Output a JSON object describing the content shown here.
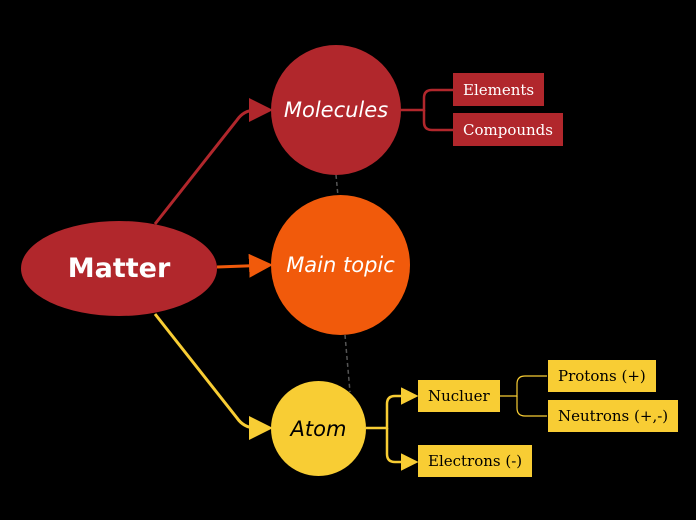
{
  "diagram": {
    "root": {
      "label": "Matter"
    },
    "topics": [
      {
        "label": "Molecules",
        "color": "#b1272c",
        "text_color": "#ffffff"
      },
      {
        "label": "Main topic",
        "color": "#f15a0b",
        "text_color": "#ffffff"
      },
      {
        "label": "Atom",
        "color": "#f8cd34",
        "text_color": "#000000"
      }
    ],
    "subtopics": {
      "molecules": [
        "Elements",
        "Compounds"
      ],
      "atom": [
        "Nucluer",
        "Electrons (-)"
      ],
      "nucleus": [
        "Protons (+)",
        "Neutrons (+,-)"
      ]
    },
    "colors": {
      "root": "#b1272c",
      "molecules_branch": "#b1272c",
      "main_branch": "#f15a0b",
      "atom_branch": "#f8cd34",
      "dashed_link": "#555555"
    }
  }
}
